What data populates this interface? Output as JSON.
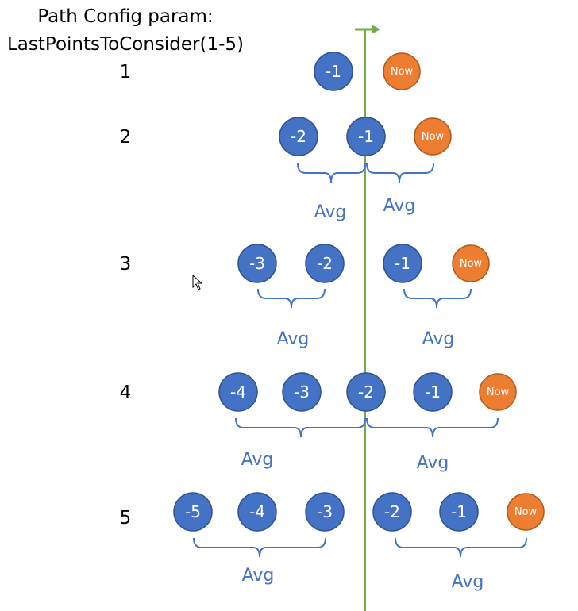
{
  "title": {
    "line1": "Path Config param:",
    "line2": "LastPointsToConsider(1-5)"
  },
  "avg_label": "Avg",
  "colors": {
    "past": "#4472C4",
    "past_border": "#2F528F",
    "now": "#ED7D31",
    "now_border": "#AE5A21",
    "axis": "#70AD47",
    "brace": "#4472C4"
  },
  "rows": [
    {
      "number": "1",
      "points": [
        "-1",
        "Now"
      ]
    },
    {
      "number": "2",
      "points": [
        "-2",
        "-1",
        "Now"
      ]
    },
    {
      "number": "3",
      "points": [
        "-3",
        "-2",
        "-1",
        "Now"
      ]
    },
    {
      "number": "4",
      "points": [
        "-4",
        "-3",
        "-2",
        "-1",
        "Now"
      ]
    },
    {
      "number": "5",
      "points": [
        "-5",
        "-4",
        "-3",
        "-2",
        "-1",
        "Now"
      ]
    }
  ]
}
